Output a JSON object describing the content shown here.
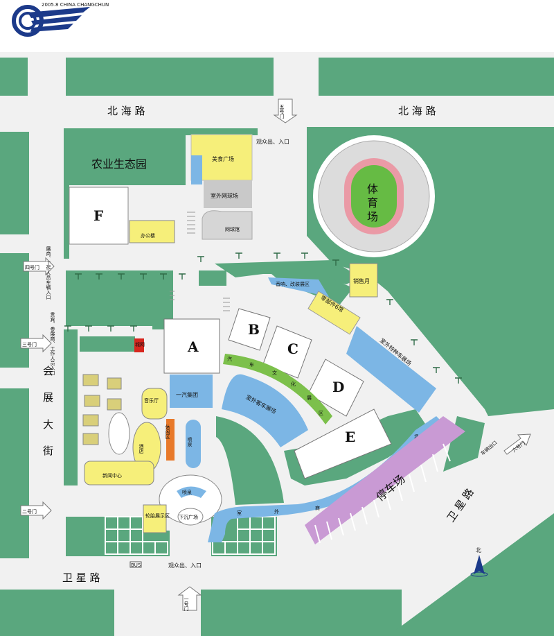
{
  "header": {
    "logo_caption": "2005.8 CHINA CHANGCHUN"
  },
  "colors": {
    "green": "#5aa77e",
    "road": "#f1f1f1",
    "blue": "#7cb6e5",
    "yellow": "#f6ef7a",
    "orange": "#e8792a",
    "purple": "#c99ad4",
    "field": "#66bb44",
    "track": "#ea9aa6"
  },
  "roads": {
    "north": "北  海  路",
    "north_right": "北  海  路",
    "south": "卫  星  路",
    "west": [
      "会",
      "展",
      "大",
      "街"
    ],
    "southeast": "卫  星  路"
  },
  "gates": {
    "g1": "一号门",
    "g2": "二号门",
    "g3": "三号门",
    "g4": "四号门",
    "g5": "五号门",
    "g6": "六号门"
  },
  "entrances": {
    "north": "观众出、入口",
    "south": "观众出、入口",
    "gate4_note": "展商、工作人员车辆入口",
    "gate3_note": "贵宾、参展商、工作人员入口",
    "vehicle_exit": "车辆出口",
    "bus": "BUS"
  },
  "areas": {
    "agri": "农业生态园",
    "food": "美食广场",
    "tennis_outdoor": "室外网球场",
    "tennis_hall": "网球馆",
    "office": "办公楼",
    "f_hall": "F",
    "stadium": [
      "体",
      "育",
      "场"
    ],
    "sales": "销售月",
    "audio": "音响、改装展区",
    "parts": "零部件6馆",
    "special": "室外特种车展场",
    "hall_a": "A",
    "hall_b": "B",
    "hall_c": "C",
    "hall_d": "D",
    "hall_e": "E",
    "culture": [
      "汽",
      "车",
      "文",
      "化",
      "展",
      "区"
    ],
    "faw": "一汽集团",
    "passenger": "室外客车展场",
    "music": "音乐厅",
    "leisure": "休闲区",
    "hotel": "酒店",
    "fountain": "喷泉",
    "fountain2": "喷泉",
    "sunken": "下沉广场",
    "news": "新闻中心",
    "tire": "轮胎展示区",
    "commercial": [
      "室",
      "外",
      "商",
      "用",
      "车",
      "展",
      "场"
    ],
    "parking": "停车场",
    "red_box": "城网"
  },
  "compass": "北"
}
